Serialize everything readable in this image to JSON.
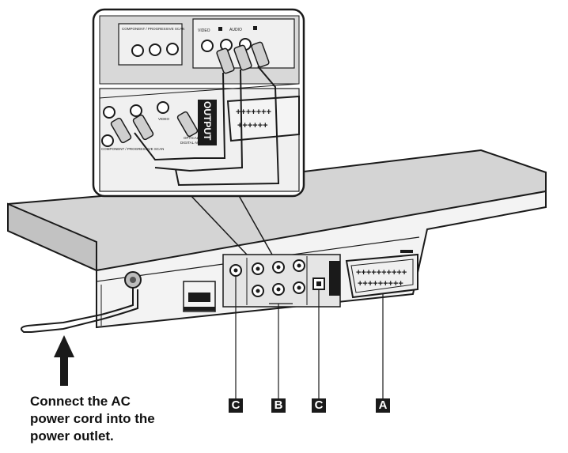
{
  "caption": {
    "line1": "Connect the AC",
    "line2": "power cord into the",
    "line3": "power outlet."
  },
  "callouts": {
    "c_left": "C",
    "b": "B",
    "c_right": "C",
    "a": "A"
  },
  "panel_labels": {
    "component_top": "COMPONENT / PROGRESSIVE SCAN",
    "video": "VIDEO",
    "audio": "AUDIO",
    "output": "OUTPUT",
    "video_small": "VIDEO",
    "optical_1": "OPTICAL",
    "optical_2": "DIGITAL AUDIO",
    "component_bottom": "COMPONENT / PROGRESSIVE SCAN"
  },
  "colors": {
    "ink": "#1a1a1a",
    "body_top": "#d2d2d2",
    "body_back": "#f2f2f2",
    "panel": "#e8e8e8"
  }
}
